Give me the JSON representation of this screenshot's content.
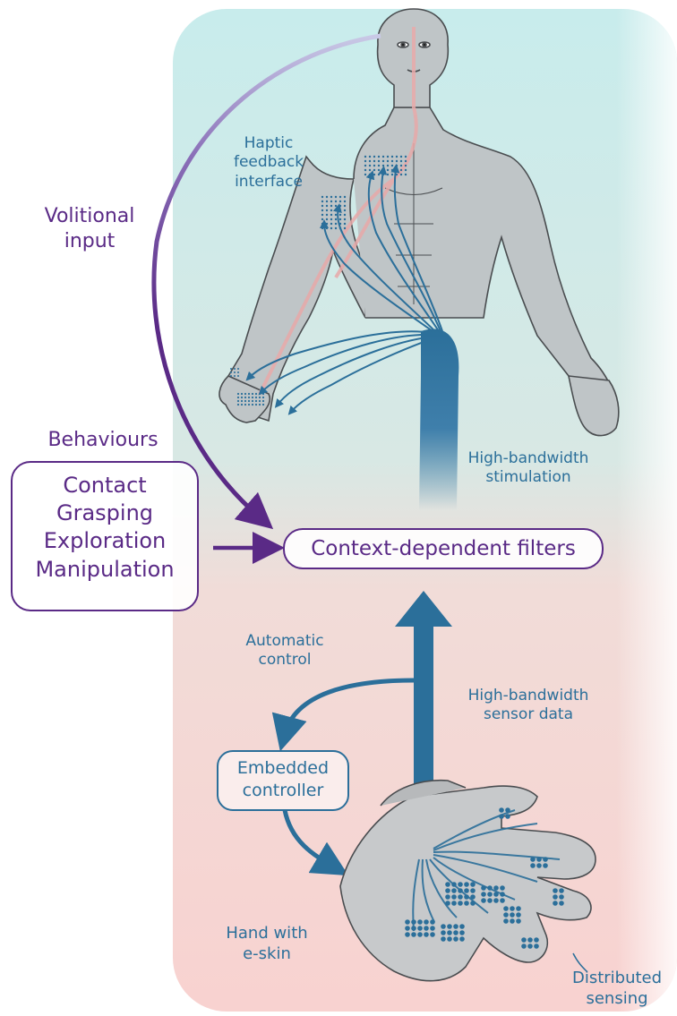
{
  "labels": {
    "haptic_feedback": [
      "Haptic",
      "feedback",
      "interface"
    ],
    "volitional_input": [
      "Volitional",
      "input"
    ],
    "behaviours": "Behaviours",
    "high_bandwidth_stimulation": [
      "High-bandwidth",
      "stimulation"
    ],
    "context_filters": "Context-dependent filters",
    "automatic_control": [
      "Automatic",
      "control"
    ],
    "high_bandwidth_sensor": [
      "High-bandwidth",
      "sensor data"
    ],
    "embedded_controller": [
      "Embedded",
      "controller"
    ],
    "hand_eskin": [
      "Hand with",
      "e-skin"
    ],
    "distributed_sensing": [
      "Distributed",
      "sensing"
    ]
  },
  "behaviour_list": [
    "Contact",
    "Grasping",
    "Exploration",
    "Manipulation"
  ],
  "colors": {
    "purple": "#5a2a86",
    "blue": "#2b6f9a",
    "top_background": "#c8ecec",
    "bottom_background": "#f6d0cf",
    "body_gray": "#bfc5c7"
  }
}
